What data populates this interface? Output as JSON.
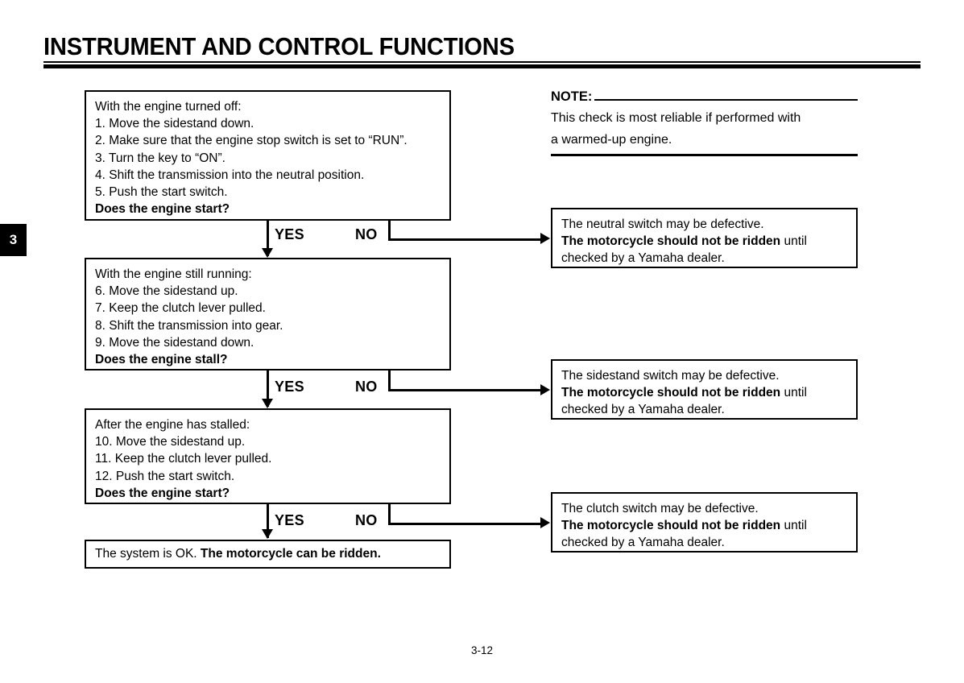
{
  "header": {
    "title": "INSTRUMENT AND CONTROL FUNCTIONS"
  },
  "chapter_tab": {
    "number": "3"
  },
  "note": {
    "label": "NOTE:",
    "lines": [
      "This check is most reliable if performed with",
      "a warmed-up engine."
    ]
  },
  "flow": {
    "boxes": {
      "start": {
        "lines": [
          "With the engine turned off:",
          "1. Move the sidestand down.",
          "2. Make sure that the engine stop switch is set to “RUN”.",
          "3. Turn the key to “ON”.",
          "4. Shift the transmission into the neutral position.",
          "5. Push the start switch."
        ],
        "question": "Does the engine start?"
      },
      "running": {
        "lines": [
          "With the engine still running:",
          "6. Move the sidestand up.",
          "7. Keep the clutch lever pulled.",
          "8. Shift the transmission into gear.",
          "9. Move the sidestand down."
        ],
        "question": "Does the engine stall?"
      },
      "stalled": {
        "lines": [
          "After the engine has stalled:",
          "10. Move the sidestand up.",
          "11. Keep the clutch lever pulled.",
          "12. Push the start switch."
        ],
        "question": "Does the engine start?"
      },
      "ok": {
        "prefix": "The system is OK. ",
        "bold": "The motorcycle can be ridden."
      },
      "neutral_fault": {
        "line1": "The neutral switch may be defective.",
        "bold": "The motorcycle should not be ridden",
        "tail": " until",
        "line3": "checked by a Yamaha dealer."
      },
      "sidestand_fault": {
        "line1": "The sidestand switch may be defective.",
        "bold": "The motorcycle should not be ridden",
        "tail": " until",
        "line3": "checked by a Yamaha dealer."
      },
      "clutch_fault": {
        "line1": "The clutch switch may be defective.",
        "bold": "The motorcycle should not be ridden",
        "tail": " until",
        "line3": "checked by a Yamaha dealer."
      }
    },
    "branches": [
      {
        "yes": "YES",
        "no": "NO"
      },
      {
        "yes": "YES",
        "no": "NO"
      },
      {
        "yes": "YES",
        "no": "NO"
      }
    ]
  },
  "footer": {
    "page_number": "3-12"
  },
  "colors": {
    "ink": "#000000",
    "paper": "#ffffff"
  }
}
